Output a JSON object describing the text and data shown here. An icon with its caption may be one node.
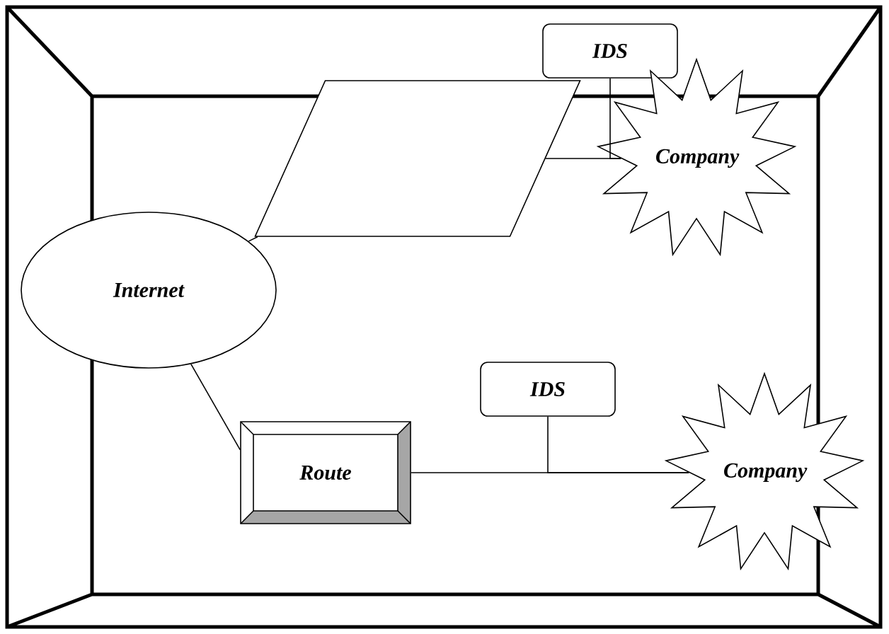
{
  "diagram": {
    "nodes": [
      {
        "text": [
          "IDS"
        ]
      },
      {
        "text": [],
        "shape": "parallelogram"
      },
      {
        "text": [
          "Company"
        ]
      },
      {
        "text": [
          "Internet"
        ]
      },
      {
        "text": [
          "IDS"
        ]
      },
      {
        "text": [
          "Route"
        ]
      },
      {
        "text": [
          "Company"
        ]
      }
    ],
    "edges": [
      {
        "from": 3,
        "to": 1,
        "arrow": "none"
      },
      {
        "from": 1,
        "to": 2,
        "arrow": "none"
      },
      {
        "from": 0,
        "to": 2,
        "arrow": "none"
      },
      {
        "from": 3,
        "to": 5,
        "arrow": "none"
      },
      {
        "from": 5,
        "to": 6,
        "arrow": "none"
      },
      {
        "from": 4,
        "to": 6,
        "arrow": "none"
      }
    ]
  }
}
